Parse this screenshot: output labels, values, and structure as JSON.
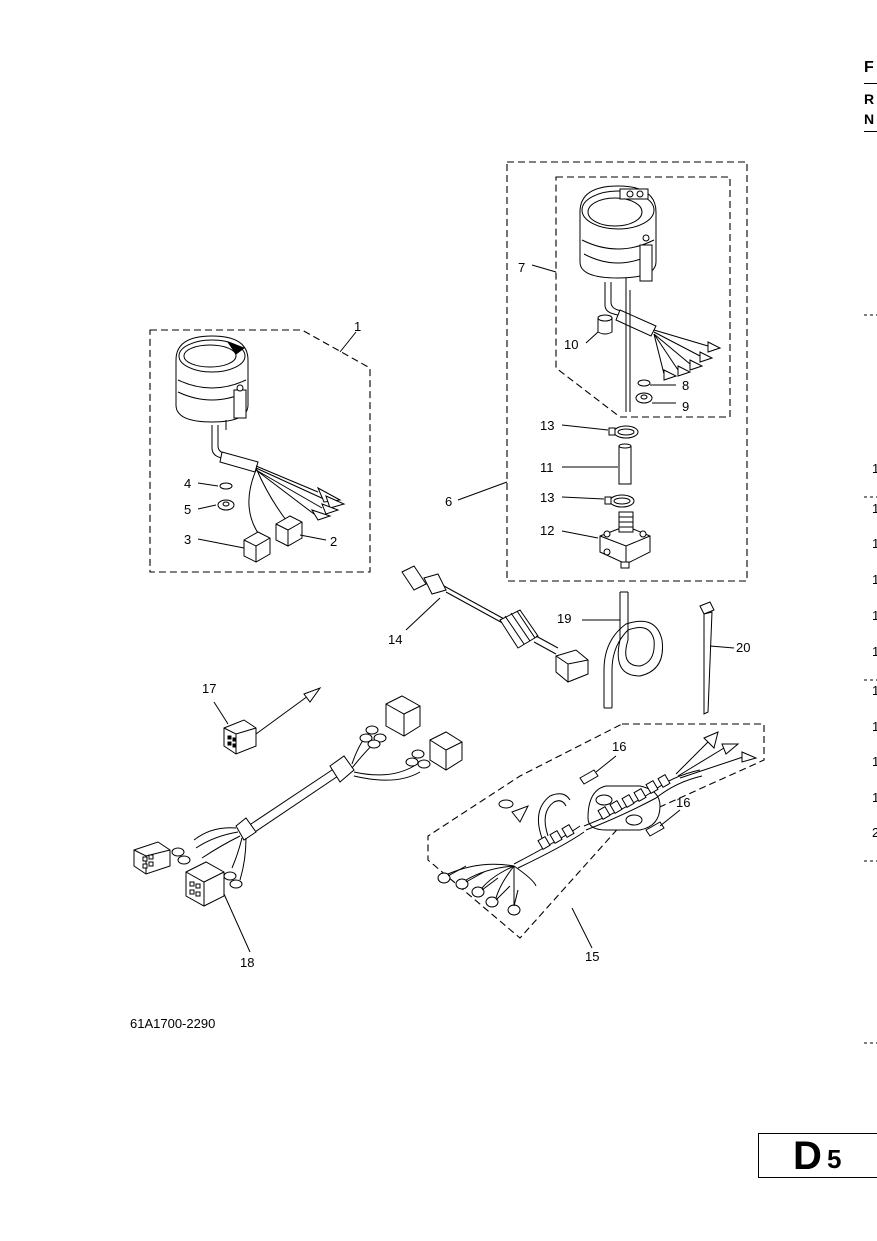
{
  "figure_code": "61A1700-2290",
  "page_tag": {
    "letter": "D",
    "number": "5"
  },
  "margin_header": {
    "line1": "F",
    "line2": "R",
    "line3": "N"
  },
  "side_digits": [
    "1",
    "1",
    "1",
    "1",
    "1",
    "1",
    "1",
    "1",
    "1",
    "1",
    "2"
  ],
  "callouts": {
    "p1": "1",
    "p2": "2",
    "p3": "3",
    "p4": "4",
    "p5": "5",
    "p6": "6",
    "p7": "7",
    "p8": "8",
    "p9": "9",
    "p10": "10",
    "p11": "11",
    "p12": "12",
    "p13a": "13",
    "p13b": "13",
    "p14": "14",
    "p15": "15",
    "p16a": "16",
    "p16b": "16",
    "p17": "17",
    "p18": "18",
    "p19": "19",
    "p20": "20"
  }
}
